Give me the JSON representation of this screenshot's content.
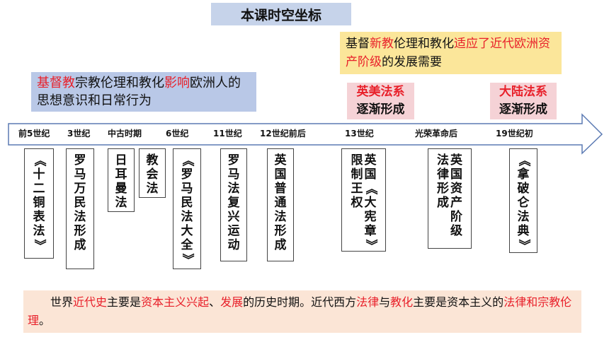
{
  "title": "本课时空坐标",
  "top_right_note": {
    "p1": "基督",
    "p2": "新教",
    "p3": "伦理和教化",
    "p4": "适应了近代欧洲资产阶级",
    "p5": "的发展需要"
  },
  "top_left_note": {
    "p1": "基督教",
    "p2": "宗教伦理和教化",
    "p3": "影响",
    "p4": "欧洲人的思想意识和日常行为"
  },
  "systems": {
    "anglo": {
      "line1": "英美法系",
      "line2": "逐渐形成"
    },
    "continental": {
      "line1": "大陆法系",
      "line2": "逐渐形成"
    }
  },
  "timeline": [
    "前5世纪",
    "3世纪",
    "中古时期",
    "6世纪",
    "11世纪",
    "12世纪前后",
    "13世纪",
    "光荣革命后",
    "19世纪初"
  ],
  "events": [
    [
      "《十二铜表法》"
    ],
    [
      "罗马万民法形成"
    ],
    [
      "日耳曼法"
    ],
    [
      "教会法"
    ],
    [
      "《罗马民法大全》"
    ],
    [
      "罗马法复兴运动"
    ],
    [
      "英国普通法形成"
    ],
    [
      "英国《大宪章》",
      "限制王权"
    ],
    [
      "英国资产阶级",
      "法律形成"
    ],
    [
      "《拿破仑法典》"
    ]
  ],
  "summary": {
    "p1": "世界",
    "p2": "近代史",
    "p3": "主要是",
    "p4": "资本主义兴起",
    "p5": "、",
    "p6": "发展",
    "p7": "的历史时期。近代西方",
    "p8": "法律",
    "p9": "与",
    "p10": "教化",
    "p11": "主要是资本主义的",
    "p12": "法律和宗教伦理",
    "p13": "。"
  },
  "colors": {
    "accent_red": "#e8202a",
    "blue_box": "#b9c8e7",
    "yellow_box": "#fbe69a",
    "pink_box": "#f5d2d6",
    "summary_box": "#fbe5d6"
  }
}
